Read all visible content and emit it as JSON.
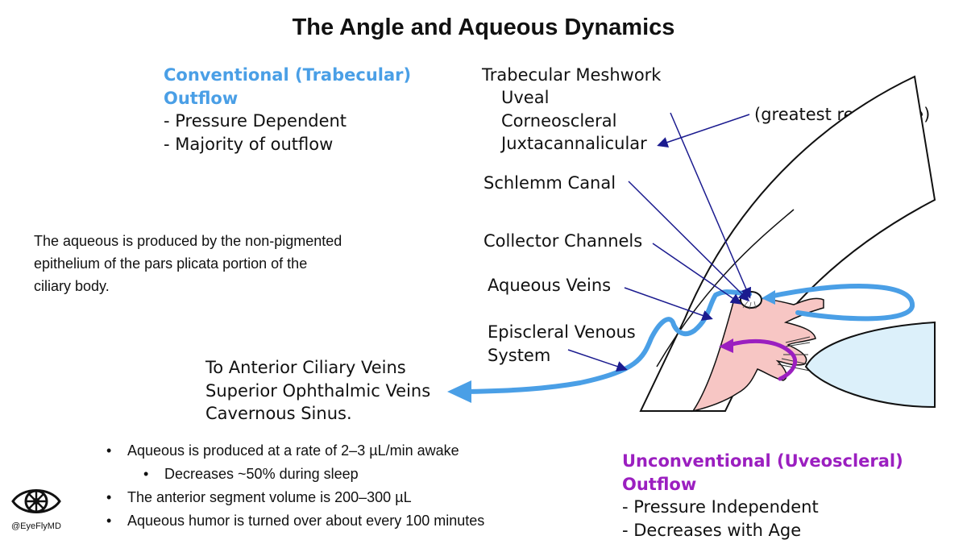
{
  "title": "The Angle and Aqueous Dynamics",
  "conventional": {
    "heading_1": "Conventional (Trabecular)",
    "heading_2": "Outflow",
    "items": [
      "- Pressure Dependent",
      "- Majority of outflow"
    ]
  },
  "anatomy": {
    "trabecular_meshwork": "Trabecular Meshwork",
    "uveal": "Uveal",
    "corneoscleral": "Corneoscleral",
    "juxtacannalicular": "Juxtacannalicular",
    "greatest_resistance": "(greatest resistance)",
    "schlemm_canal": "Schlemm Canal",
    "collector_channels": "Collector Channels",
    "aqueous_veins": "Aqueous Veins",
    "episcleral_1": "Episcleral Venous",
    "episcleral_2": "System"
  },
  "production_note": {
    "line_1": "The aqueous is produced by the non-pigmented",
    "line_2": "epithelium of the pars plicata portion of the",
    "line_3": "ciliary body."
  },
  "drainage": {
    "line_1": "To Anterior Ciliary Veins",
    "line_2": "Superior Ophthalmic Veins",
    "line_3": "Cavernous Sinus."
  },
  "facts": {
    "bullet_1": "Aqueous is produced at a rate of 2–3 µL/min awake",
    "bullet_1_sub": "Decreases ~50% during sleep",
    "bullet_2": "The anterior segment volume is 200–300 µL",
    "bullet_3": "Aqueous humor is turned over about every 100 minutes",
    "bullet_symbol": "•"
  },
  "unconventional": {
    "heading_1": "Unconventional (Uveoscleral)",
    "heading_2": "Outflow",
    "items": [
      "- Pressure Independent",
      "- Decreases with Age"
    ]
  },
  "logo": {
    "handle": "@EyeFlyMD",
    "icon": "eye-logo-icon"
  },
  "colors": {
    "conventional_blue": "#4a9fe6",
    "unconventional_purple": "#9b1fc0",
    "pointer_navy": "#1b1b8f",
    "ciliary_pink": "#f7c6c4",
    "lens_blue": "#dcf0fa"
  }
}
